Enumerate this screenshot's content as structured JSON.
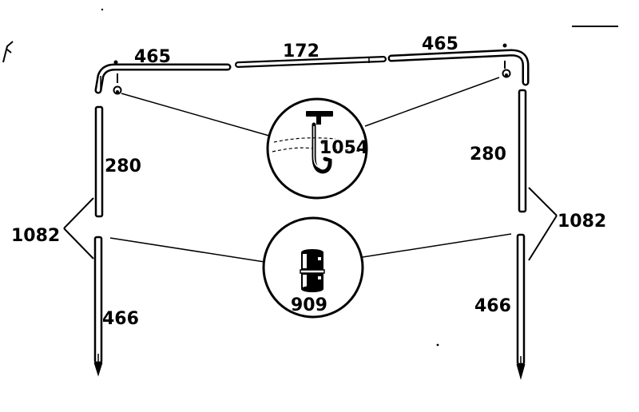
{
  "diagram": {
    "labels": {
      "top_left_rail": "465",
      "top_center_rail": "172",
      "top_right_rail": "465",
      "left_upper_pole": "280",
      "right_upper_pole": "280",
      "left_lower_pole": "466",
      "right_lower_pole": "466",
      "left_pole_assembly": "1082",
      "right_pole_assembly": "1082",
      "hook_part": "1054",
      "connector_part": "909"
    }
  }
}
